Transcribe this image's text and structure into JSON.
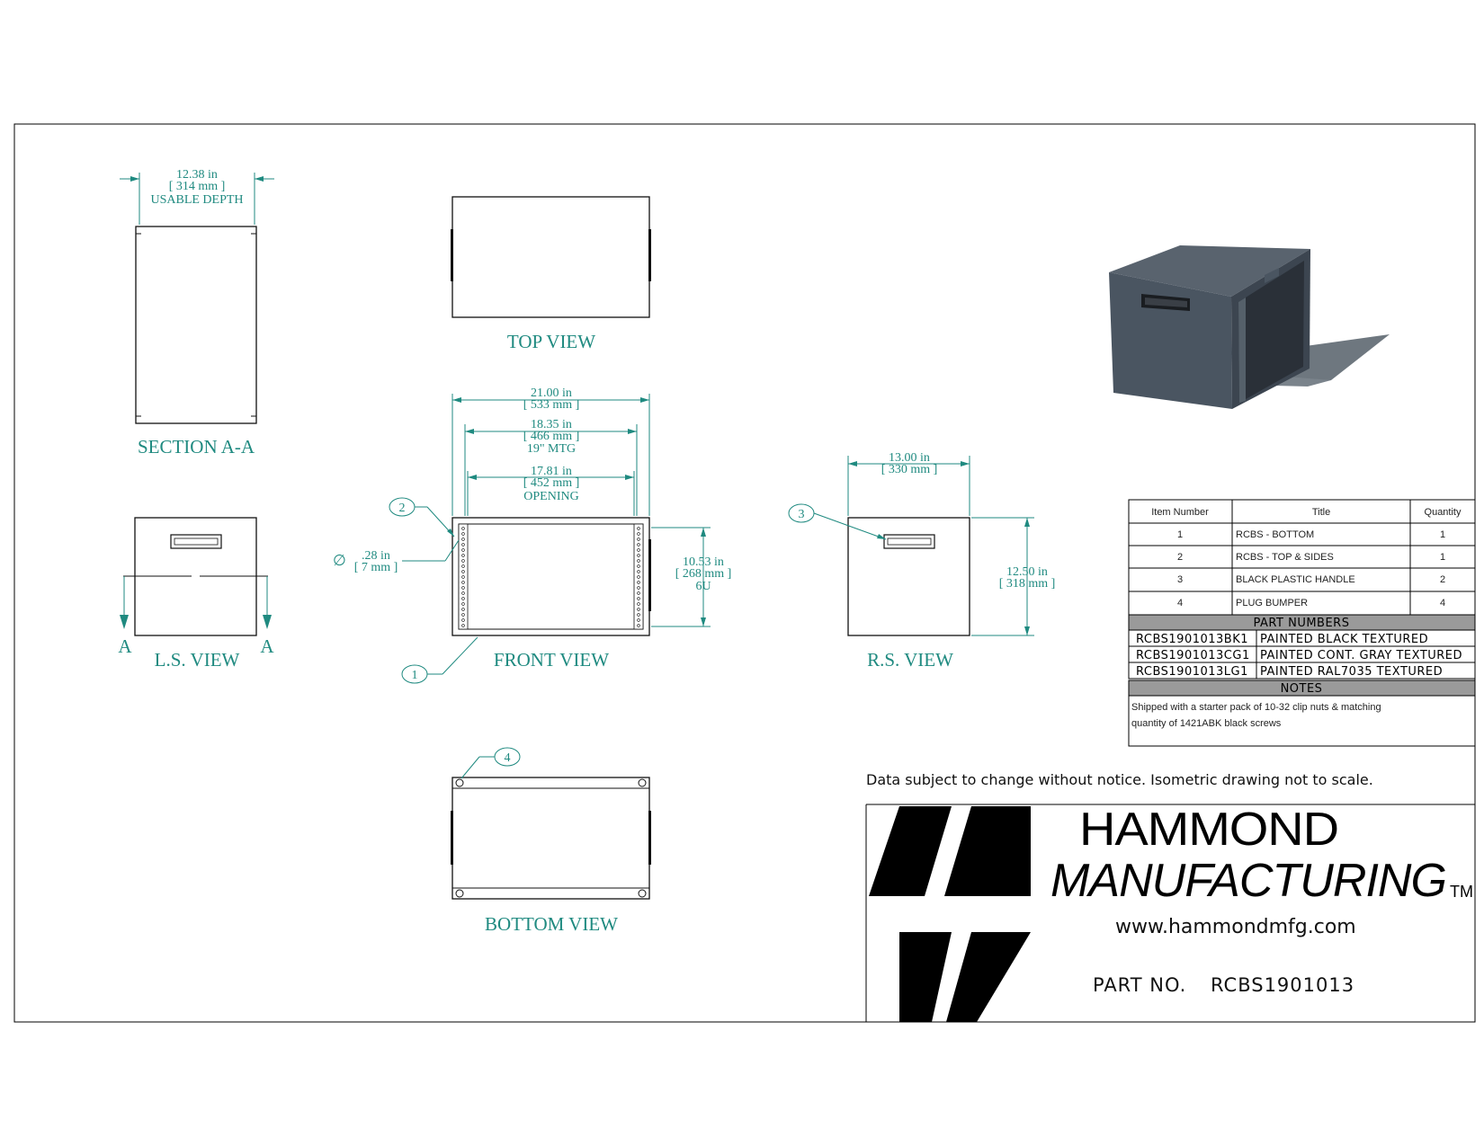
{
  "views": {
    "section_label": "SECTION A-A",
    "section_dim": [
      "12.38 in",
      "[ 314 mm ]",
      "USABLE DEPTH"
    ],
    "ls_label": "L.S. VIEW",
    "section_marker_left": "A",
    "section_marker_right": "A",
    "top_label": "TOP VIEW",
    "front_label": "FRONT VIEW",
    "front_dim_overall": [
      "21.00 in",
      "[ 533 mm ]"
    ],
    "front_dim_mtg": [
      "18.35 in",
      "[ 466 mm ]",
      "19\" MTG"
    ],
    "front_dim_opening": [
      "17.81 in",
      "[ 452 mm ]",
      "OPENING"
    ],
    "front_dim_height": [
      "10.53 in",
      "[ 268 mm ]",
      "6U"
    ],
    "hole_symbol": "∅",
    "hole_dim": [
      ".28 in",
      "[ 7 mm ]"
    ],
    "rs_label": "R.S. VIEW",
    "rs_dim_depth": [
      "13.00 in",
      "[ 330 mm ]"
    ],
    "rs_dim_height": [
      "12.50 in",
      "[ 318 mm ]"
    ],
    "bottom_label": "BOTTOM VIEW",
    "balloons": [
      "1",
      "2",
      "3",
      "4"
    ]
  },
  "bom": {
    "headers": [
      "Item Number",
      "Title",
      "Quantity"
    ],
    "rows": [
      [
        "1",
        "RCBS - BOTTOM",
        "1"
      ],
      [
        "2",
        "RCBS - TOP & SIDES",
        "1"
      ],
      [
        "3",
        "BLACK PLASTIC HANDLE",
        "2"
      ],
      [
        "4",
        "PLUG BUMPER",
        "4"
      ]
    ]
  },
  "part_numbers": {
    "header": "PART NUMBERS",
    "rows": [
      [
        "RCBS1901013BK1",
        "PAINTED BLACK TEXTURED"
      ],
      [
        "RCBS1901013CG1",
        "PAINTED CONT. GRAY TEXTURED"
      ],
      [
        "RCBS1901013LG1",
        "PAINTED RAL7035 TEXTURED"
      ]
    ]
  },
  "notes": {
    "header": "NOTES",
    "lines": [
      "Shipped with a starter pack of 10-32 clip nuts & matching",
      "quantity of 1421ABK black screws"
    ]
  },
  "disclaimer": "Data subject to change without notice. Isometric drawing not to scale.",
  "title_block": {
    "company_line1": "HAMMOND",
    "company_line2": "MANUFACTURING",
    "tm": "TM",
    "website": "www.hammondmfg.com",
    "part_no_label": "PART NO.",
    "part_no": "RCBS1901013"
  },
  "colors": {
    "dimension": "#1f8a80",
    "iso_body": "#4a5561",
    "iso_dark": "#2a3038",
    "iso_shadow": "#6e777f",
    "table_band": "#9a9a9a"
  }
}
